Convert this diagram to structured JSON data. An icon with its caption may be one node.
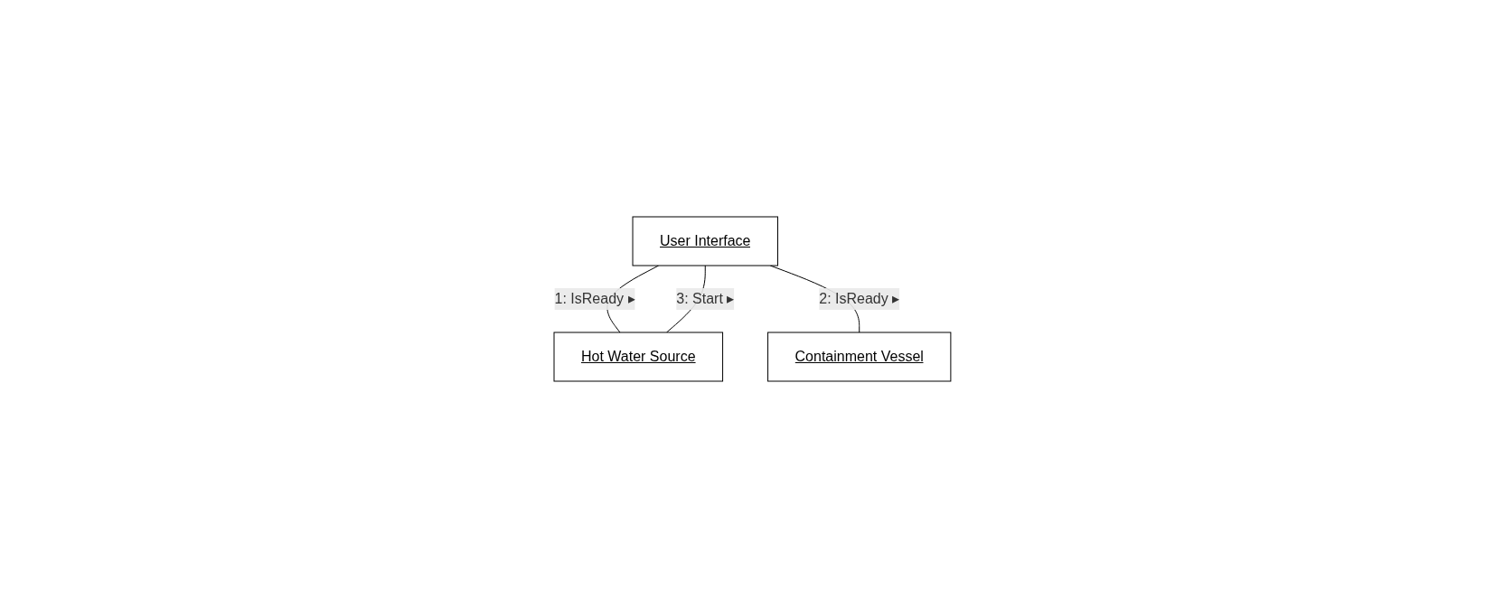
{
  "diagram": {
    "nodes": [
      {
        "text": [
          "User Interface"
        ]
      },
      {
        "text": [
          "Hot Water Source"
        ]
      },
      {
        "text": [
          "Containment Vessel"
        ]
      }
    ],
    "edges": [
      {
        "from": 0,
        "to": 1,
        "arrow": "none",
        "label": "1: IsReady ▸"
      },
      {
        "from": 0,
        "to": 2,
        "arrow": "none",
        "label": "2: IsReady ▸"
      },
      {
        "from": 0,
        "to": 1,
        "arrow": "none",
        "label": "3: Start ▸"
      }
    ]
  }
}
